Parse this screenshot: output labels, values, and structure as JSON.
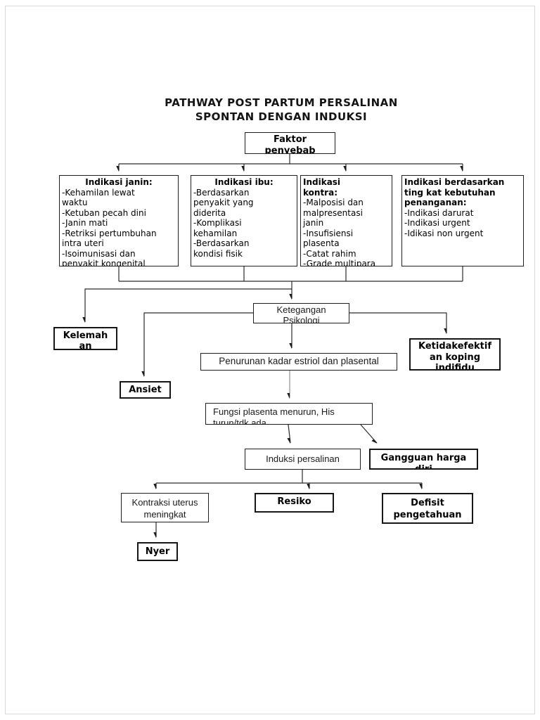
{
  "page": {
    "title_line1": "PATHWAY POST PARTUM PERSALINAN",
    "title_line2": "SPONTAN DENGAN INDUKSI"
  },
  "boxes": {
    "faktor": {
      "line1": "Faktor",
      "line2": "penyebab"
    },
    "indikasi_janin": {
      "title": "Indikasi janin:",
      "lines": [
        "-Kehamilan lewat",
        "waktu",
        "-Ketuban pecah dini",
        "-Janin mati",
        "-Retriksi pertumbuhan",
        "intra uteri",
        "-Isoimunisasi dan",
        "penyakit kongenital"
      ]
    },
    "indikasi_ibu": {
      "title": "Indikasi ibu:",
      "lines": [
        "-Berdasarkan",
        "penyakit yang",
        "diderita",
        "-Komplikasi",
        "kehamilan",
        "-Berdasarkan",
        "kondisi fisik"
      ]
    },
    "indikasi_kontra": {
      "title_lines": [
        "Indikasi",
        "kontra:"
      ],
      "lines": [
        "-Malposisi dan",
        "malpresentasi",
        "janin",
        "-Insufisiensi",
        "plasenta",
        "-Catat rahim",
        "-Grade multipara"
      ]
    },
    "indikasi_tingkat": {
      "title_lines": [
        "Indikasi berdasarkan",
        "ting kat kebutuhan",
        "penanganan:"
      ],
      "lines": [
        "-Indikasi darurat",
        "-Indikasi urgent",
        "-Idikasi non urgent"
      ]
    },
    "ketegangan": {
      "line1": "Ketegangan",
      "line2": "Psikologi"
    },
    "kelemahan": {
      "line1": "Kelemah",
      "line2": "an"
    },
    "ketidakefektif": {
      "line1": "Ketidakefektif",
      "line2": "an koping",
      "line3": "indifidu"
    },
    "penurunan": {
      "line1": "Penurunan kadar estriol dan plasental"
    },
    "ansietas": {
      "line1": "Ansiet"
    },
    "fungsi_plasenta": {
      "line1": "Fungsi plasenta menurun, His",
      "line2": "turun/tdk ada"
    },
    "induksi": {
      "line1": "Induksi persalinan"
    },
    "gangguan_harga_diri": {
      "line1": "Gangguan harga",
      "line2": "diri"
    },
    "kontraksi": {
      "line1": "Kontraksi uterus",
      "line2": "meningkat"
    },
    "resiko": {
      "line1": "Resiko"
    },
    "defisit": {
      "line1": "Defisit",
      "line2": "pengetahuan"
    },
    "nyeri": {
      "line1": "Nyer"
    }
  },
  "colors": {
    "connector": "#2a2a2a",
    "connector_light": "#8f8f8f",
    "border": "#1f1f1f",
    "text": "#111111",
    "page_edge": "#d9d9d9"
  }
}
